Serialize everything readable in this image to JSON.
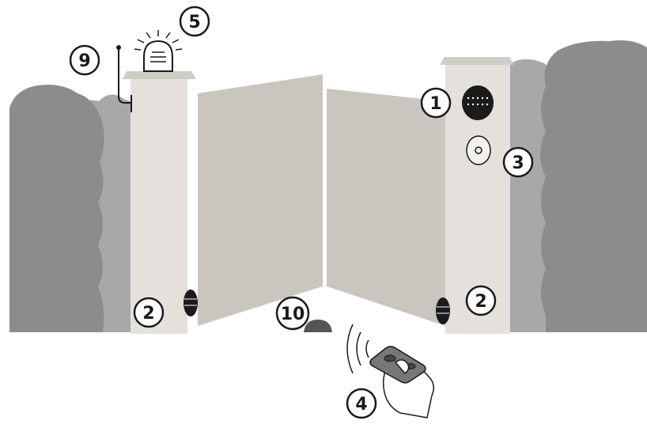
{
  "colors": {
    "background": "#ffffff",
    "hedge_dark": "#8c8c8e",
    "hedge_light": "#a8a8aa",
    "pillar": "#e4e1dc",
    "pillar_cap": "#cfccc7",
    "gate_leaf": "#c9c5bf",
    "device_dark": "#1b1b1b",
    "outline": "#1a1a1a",
    "ground_device": "#555555"
  },
  "icons": {
    "antenna": "antenna-icon",
    "beacon": "flashing-light-icon",
    "photocell": "photocell-icon",
    "keypad": "key-switch-icon",
    "remote": "remote-control-icon",
    "ground_sensor": "ground-sensor-icon"
  },
  "callouts": [
    {
      "id": "1",
      "label": "1"
    },
    {
      "id": "2a",
      "label": "2"
    },
    {
      "id": "2b",
      "label": "2"
    },
    {
      "id": "3",
      "label": "3"
    },
    {
      "id": "4",
      "label": "4"
    },
    {
      "id": "5",
      "label": "5"
    },
    {
      "id": "9",
      "label": "9"
    },
    {
      "id": "10",
      "label": "10"
    }
  ]
}
